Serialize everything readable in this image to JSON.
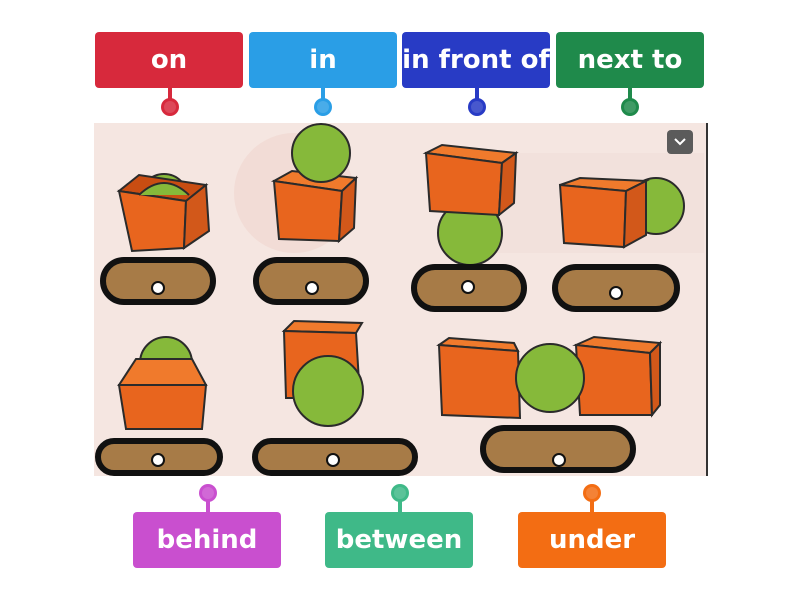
{
  "top_labels": [
    {
      "text": "on",
      "color": "#d7293c"
    },
    {
      "text": "in",
      "color": "#2a9ee6"
    },
    {
      "text": "in front of",
      "color": "#283bc5"
    },
    {
      "text": "next to",
      "color": "#1f8a4b"
    }
  ],
  "bottom_labels": [
    {
      "text": "behind",
      "color": "#c94fcf"
    },
    {
      "text": "between",
      "color": "#3fb988"
    },
    {
      "text": "under",
      "color": "#f36d13"
    }
  ],
  "icons": {
    "expand": "chevron-down-icon"
  },
  "palette": {
    "box": "#e8651e",
    "ball": "#86b93a",
    "slot": "#a77b47"
  }
}
